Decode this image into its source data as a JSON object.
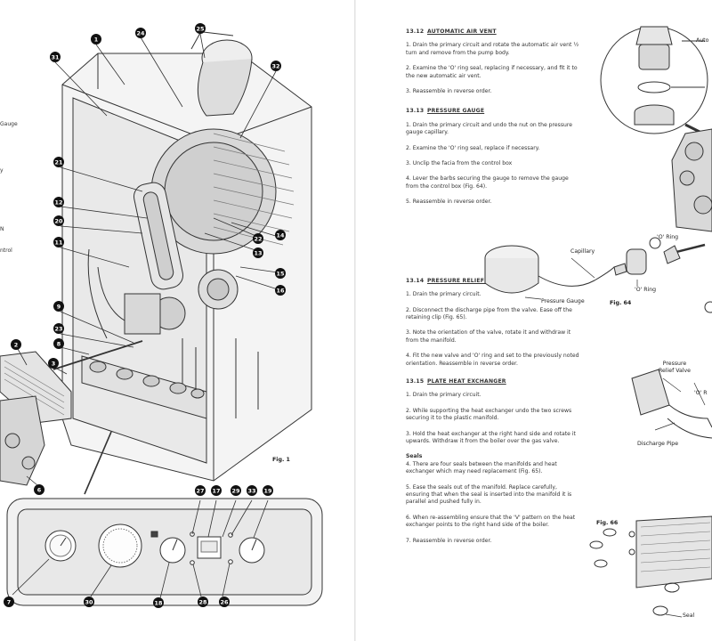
{
  "left_page": {
    "cut_labels": [
      "Gauge",
      "y",
      "N",
      "ntrol"
    ],
    "fig_label": "Fig. 1",
    "callouts": [
      "1",
      "24",
      "25",
      "31",
      "32",
      "21",
      "12",
      "20",
      "11",
      "22",
      "13",
      "14",
      "15",
      "16",
      "9",
      "23",
      "8",
      "2",
      "3",
      "6",
      "27",
      "17",
      "29",
      "33",
      "19",
      "7",
      "30",
      "18",
      "28",
      "26"
    ]
  },
  "right_page": {
    "sections": [
      {
        "number": "13.12",
        "title": "AUTOMATIC AIR VENT",
        "paragraphs": [
          "1. Drain the primary circuit and rotate the automatic air vent ½ turn and remove from the pump body.",
          "2. Examine the 'O' ring seal, replacing if necessary, and fit it to the new automatic air vent.",
          "3. Reassemble in reverse order."
        ]
      },
      {
        "number": "13.13",
        "title": "PRESSURE GAUGE",
        "paragraphs": [
          "1. Drain the primary circuit and undo the nut on the pressure gauge capillary.",
          "2. Examine the 'O' ring seal, replace if necessary.",
          "3. Unclip the facia from the control box",
          "4. Lever the barbs securing the gauge to remove the gauge from the control box (Fig. 64).",
          "5. Reassemble in reverse order."
        ]
      },
      {
        "number": "13.14",
        "title": "PRESSURE RELIEF VALVE",
        "paragraphs": [
          "1. Drain the primary circuit.",
          "2. Disconnect the discharge pipe from the valve. Ease off the retaining clip (Fig. 65).",
          "3. Note the orientation of the valve, rotate it and withdraw it from the manifold.",
          "4. Fit the new valve and 'O' ring and set to the previously noted orientation. Reassemble in reverse order."
        ]
      },
      {
        "number": "13.15",
        "title": "PLATE HEAT EXCHANGER",
        "paragraphs": [
          "1. Drain the primary circuit.",
          "2. While supporting the heat exchanger undo the two screws securing it to the plastic manifold.",
          "3. Hold the heat exchanger at the right hand side and rotate it upwards. Withdraw it from the boiler over the gas valve."
        ],
        "subheading": "Seals",
        "sub_paragraphs": [
          "4. There are four seals between the manifolds and heat exchanger which may need replacement (Fig. 65).",
          "5. Ease the seals out of the manifold. Replace carefully, ensuring that when the seal is inserted into the manifold it is parallel and pushed fully in.",
          "6. When re-assembling ensure that the 'V' pattern on the heat exchanger points to the right hand side of the boiler.",
          "7. Reassemble in reverse order."
        ]
      }
    ],
    "figure_labels": {
      "air_vent_cut": "Auto",
      "o_ring_a": "'O' Ring",
      "o_ring_b": "'O' Ring",
      "capillary": "Capillary",
      "pressure_gauge": "Pressure Gauge",
      "fig64": "Fig. 64",
      "pressure_relief_valve": "Pressure\nRelief Valve",
      "o_cut": "'O' R",
      "discharge_pipe": "Discharge Pipe",
      "fig66": "Fig. 66",
      "seal": "Seal"
    }
  }
}
